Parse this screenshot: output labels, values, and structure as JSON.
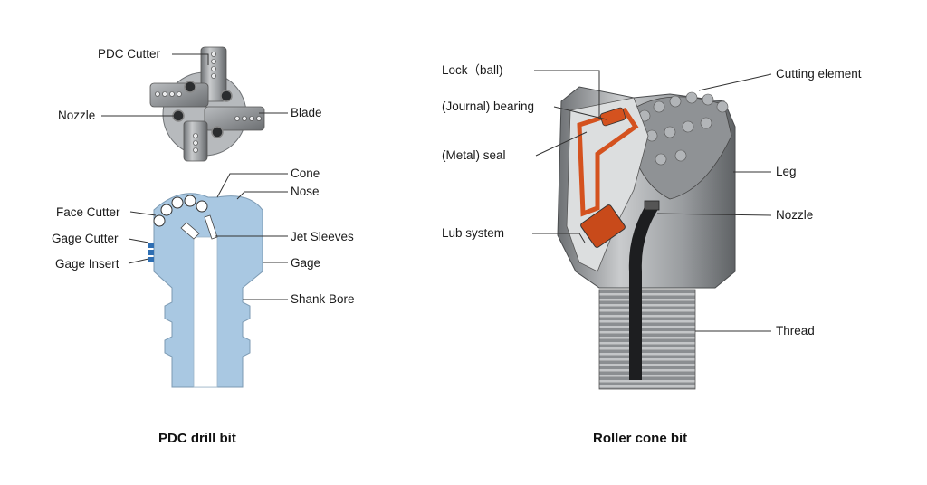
{
  "pdc": {
    "caption": "PDC drill bit",
    "labels": {
      "pdc_cutter": "PDC Cutter",
      "nozzle": "Nozzle",
      "blade": "Blade",
      "cone": "Cone",
      "nose": "Nose",
      "face_cutter": "Face Cutter",
      "jet_sleeves": "Jet Sleeves",
      "gage_cutter": "Gage Cutter",
      "gage": "Gage",
      "gage_insert": "Gage Insert",
      "shank_bore": "Shank Bore"
    }
  },
  "roller": {
    "caption": "Roller cone bit",
    "labels": {
      "lock_ball": "Lock（ball)",
      "journal_bearing": "(Journal) bearing",
      "metal_seal": "(Metal) seal",
      "lub_system": "Lub system",
      "cutting_element": "Cutting element",
      "leg": "Leg",
      "nozzle": "Nozzle",
      "thread": "Thread"
    }
  },
  "colors": {
    "body_blue": "#a9c8e2",
    "insert_blue": "#2f6fb3",
    "steel_gray": "#8e9296",
    "bearing_orange": "#d4521f"
  }
}
